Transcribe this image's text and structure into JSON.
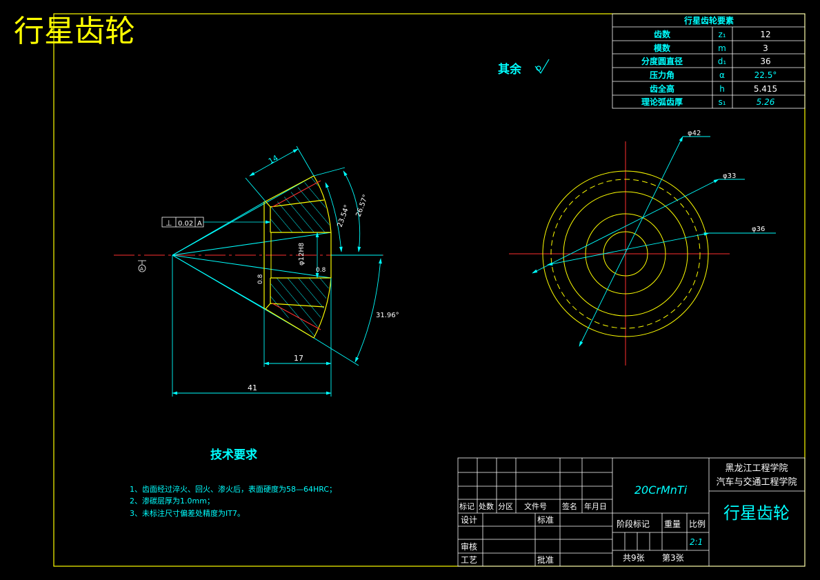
{
  "title_big": "行星齿轮",
  "surface_note": {
    "label": "其余",
    "symbol": "√"
  },
  "gear_params": {
    "title": "行星齿轮要素",
    "rows": [
      {
        "name": "齿数",
        "symbol": "z₁",
        "value": "12"
      },
      {
        "name": "模数",
        "symbol": "m",
        "value": "3"
      },
      {
        "name": "分度圆直径",
        "symbol": "d₁",
        "value": "36"
      },
      {
        "name": "压力角",
        "symbol": "α",
        "value": "22.5°"
      },
      {
        "name": "齿全高",
        "symbol": "h",
        "value": "5.415"
      },
      {
        "name": "理论弧齿厚",
        "symbol": "s₁",
        "value": "5.26"
      }
    ]
  },
  "dimensions": {
    "d14": "14",
    "a2657": "26.57°",
    "a2354": "23.54°",
    "a3196": "31.96°",
    "d17": "17",
    "d41": "41",
    "bore": "φ12H8",
    "ra08": "0.8",
    "ra08b": "0.8",
    "tol_sym": "⊥",
    "tol_val": "0.02",
    "tol_ref": "A",
    "datum": "A",
    "phi42": "φ42",
    "phi33": "φ33",
    "phi36": "φ36"
  },
  "tech": {
    "title": "技术要求",
    "items": [
      "1、齿面经过淬火、回火、渗火后，表面硬度为58—64HRC；",
      "2、渗碳层厚为1.0mm；",
      "3、未标注尺寸偏差处精度为IT7。"
    ]
  },
  "title_block": {
    "material": "20CrMnTi",
    "school": "黑龙江工程学院",
    "college": "汽车与交通工程学院",
    "part_name": "行星齿轮",
    "hdr": [
      "标记",
      "处数",
      "分区",
      "文件号",
      "签名",
      "年月日"
    ],
    "design": "设计",
    "standard": "标准",
    "check": "审核",
    "process": "工艺",
    "approve": "批准",
    "stage": "阶段标记",
    "weight": "重量",
    "ratio": "比例",
    "ratio_val": "2:1",
    "sheets_total": "共9张",
    "sheet_no": "第3张"
  }
}
